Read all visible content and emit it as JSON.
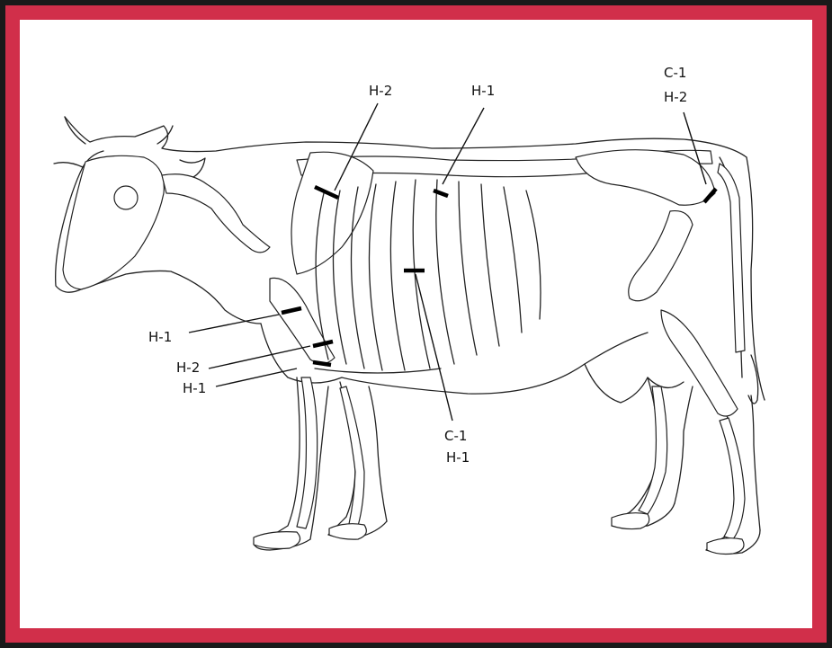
{
  "colors": {
    "frame": "#1a1a1a",
    "border": "#d12f4a",
    "panel": "#ffffff"
  },
  "labels": {
    "shoulder_top": "H-2",
    "thoracic": "H-1",
    "pelvis_line1": "C-1",
    "pelvis_line2": "H-2",
    "left_upper": "H-1",
    "left_middle": "H-2",
    "left_lower": "H-1",
    "rib_line1": "C-1",
    "rib_line2": "H-1"
  }
}
